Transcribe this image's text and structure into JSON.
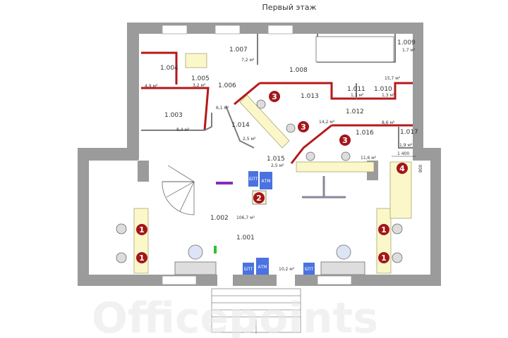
{
  "title": "Первый этаж",
  "watermark": "Officepoints",
  "rooms": [
    {
      "id": "1.001",
      "area": "10,2 м²"
    },
    {
      "id": "1.002",
      "area": "106,7 м²"
    },
    {
      "id": "1.003",
      "area": "8,4 м²"
    },
    {
      "id": "1.004",
      "area": "4,9 м²"
    },
    {
      "id": "1.005",
      "area": "3,2 м²"
    },
    {
      "id": "1.006",
      "area": "6,1 м²"
    },
    {
      "id": "1.007",
      "area": "7,2 м²"
    },
    {
      "id": "1.008",
      "area": "15,7 м²"
    },
    {
      "id": "1.009",
      "area": "1,7 м²"
    },
    {
      "id": "1.010",
      "area": "1,3 м²"
    },
    {
      "id": "1.011",
      "area": "1,3 м²"
    },
    {
      "id": "1.012",
      "area": "8,6 м²"
    },
    {
      "id": "1.013",
      "area": "14,2 м²"
    },
    {
      "id": "1.014",
      "area": "2,5 м²"
    },
    {
      "id": "1.015",
      "area": "2,5 м²"
    },
    {
      "id": "1.016",
      "area": "11,6 м²"
    },
    {
      "id": "1.017",
      "area": "1,9 м²"
    }
  ],
  "badges": [
    "1",
    "2",
    "3",
    "4"
  ],
  "equipment": {
    "atm": "АТМ",
    "bpt": "БПТ"
  },
  "dimensions": {
    "width": "1 400",
    "depth": "800"
  }
}
